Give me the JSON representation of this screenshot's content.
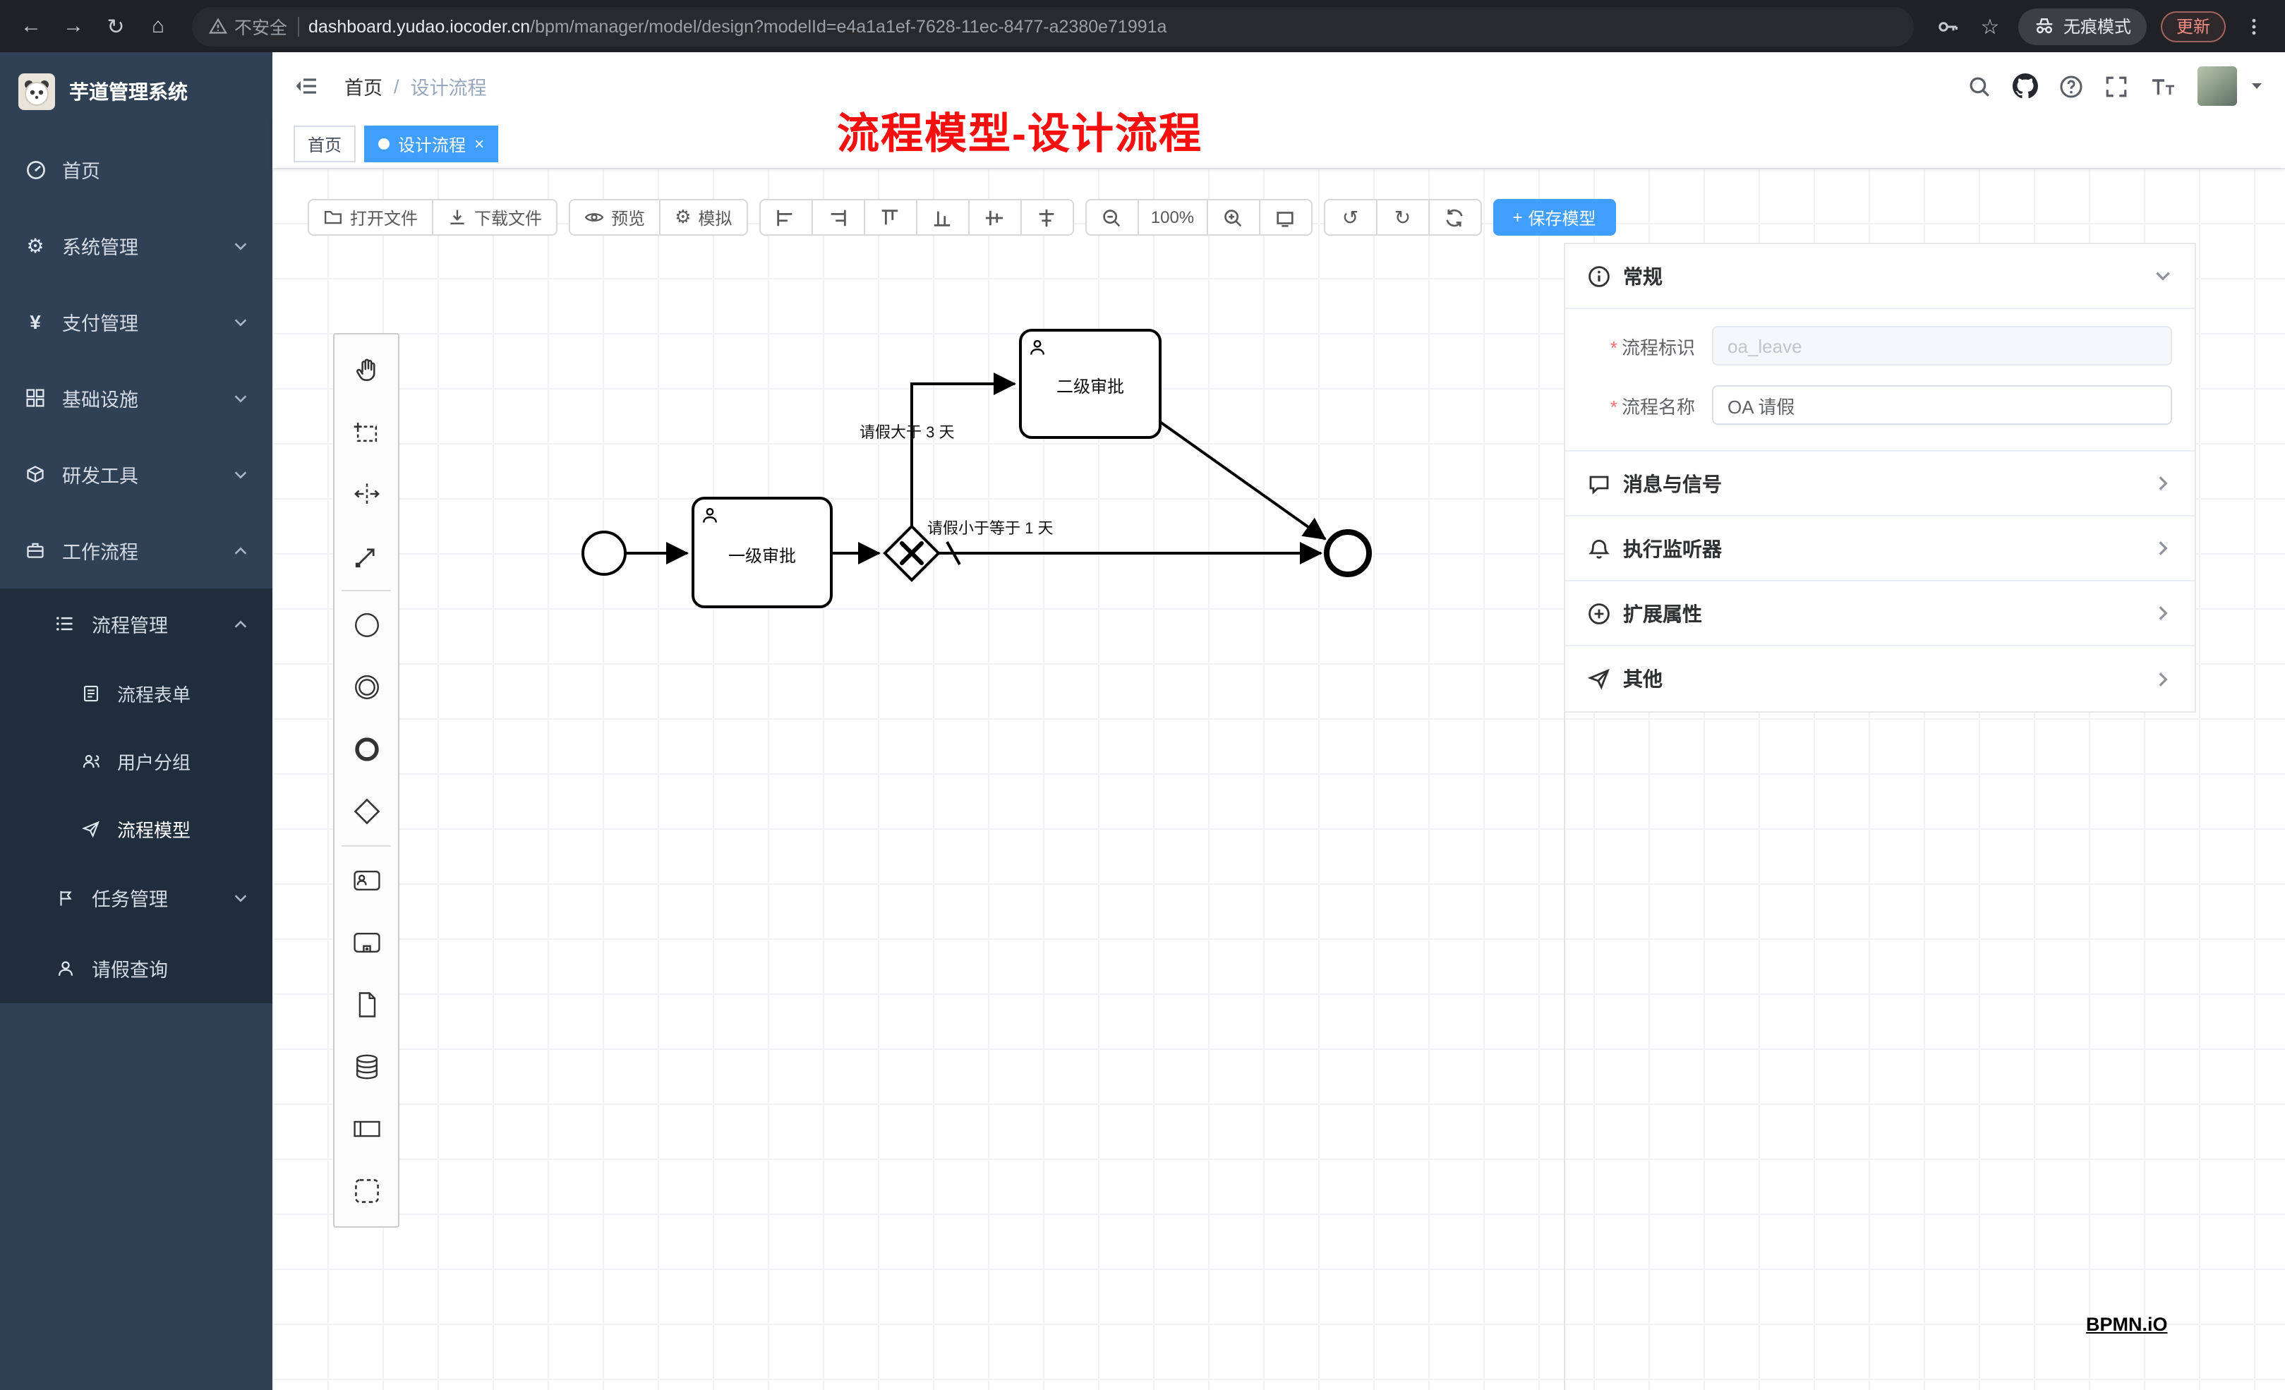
{
  "browser": {
    "security_label": "不安全",
    "url_host": "dashboard.yudao.iocoder.cn",
    "url_path": "/bpm/manager/model/design?modelId=e4a1a1ef-7628-11ec-8477-a2380e71991a",
    "incognito_label": "无痕模式",
    "update_label": "更新"
  },
  "sidebar": {
    "logo_title": "芋道管理系统",
    "items": [
      {
        "label": "首页"
      },
      {
        "label": "系统管理"
      },
      {
        "label": "支付管理"
      },
      {
        "label": "基础设施"
      },
      {
        "label": "研发工具"
      },
      {
        "label": "工作流程"
      }
    ],
    "submenu": {
      "process_mgmt": "流程管理",
      "children": [
        {
          "label": "流程表单"
        },
        {
          "label": "用户分组"
        },
        {
          "label": "流程模型"
        }
      ],
      "task_mgmt": "任务管理",
      "leave_query": "请假查询"
    }
  },
  "header": {
    "breadcrumb_home": "首页",
    "breadcrumb_sep": "/",
    "breadcrumb_current": "设计流程",
    "annotation": "流程模型-设计流程"
  },
  "tags": {
    "home": "首页",
    "active": "设计流程",
    "close": "×"
  },
  "toolbar": {
    "open": "打开文件",
    "download": "下载文件",
    "preview": "预览",
    "simulate": "模拟",
    "zoom_level": "100%",
    "save_plus": "+",
    "save": "保存模型"
  },
  "diagram": {
    "task1": "一级审批",
    "task2": "二级审批",
    "condition_up": "请假大于 3 天",
    "condition_right": "请假小于等于 1 天",
    "watermark": "BPMN.iO"
  },
  "panel": {
    "sections": {
      "general": "常规",
      "message": "消息与信号",
      "listener": "执行监听器",
      "ext": "扩展属性",
      "other": "其他"
    },
    "fields": [
      {
        "label": "流程标识",
        "required": "*",
        "value": "oa_leave"
      },
      {
        "label": "流程名称",
        "required": "*",
        "value": "OA 请假"
      }
    ]
  }
}
